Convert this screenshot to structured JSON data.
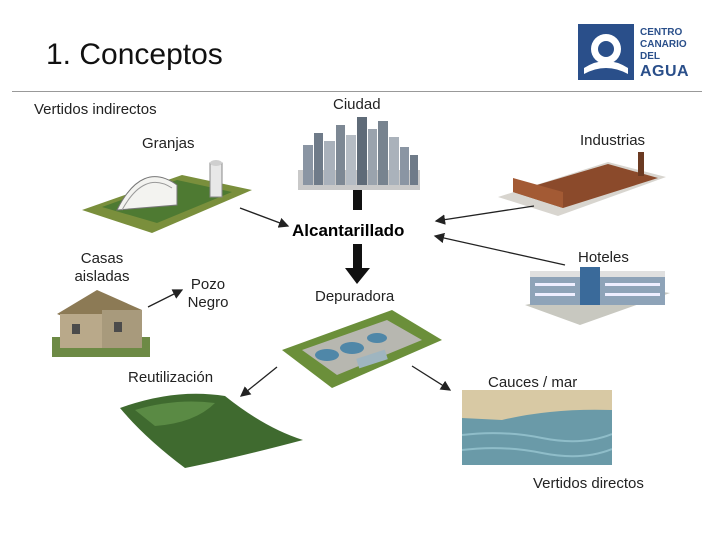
{
  "title": "1. Conceptos",
  "logo": {
    "line1": "CENTRO",
    "line2": "CANARIO",
    "line3": "DEL",
    "line4": "AGUA"
  },
  "labels": {
    "vertidos_indirectos": "Vertidos indirectos",
    "ciudad": "Ciudad",
    "granjas": "Granjas",
    "industrias": "Industrias",
    "alcantarillado": "Alcantarillado",
    "casas_aisladas_1": "Casas",
    "casas_aisladas_2": "aisladas",
    "pozo_negro_1": "Pozo",
    "pozo_negro_2": "Negro",
    "hoteles": "Hoteles",
    "depuradora": "Depuradora",
    "reutilizacion": "Reutilización",
    "cauces_mar": "Cauces / mar",
    "vertidos_directos": "Vertidos directos"
  },
  "colors": {
    "logo_blue": "#2a4f8a",
    "arrow": "#222222",
    "thick_arrow": "#111111"
  }
}
